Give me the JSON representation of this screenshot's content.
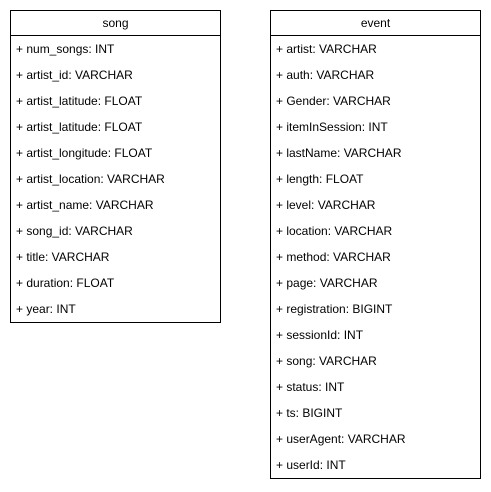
{
  "entities": {
    "song": {
      "title": "song",
      "attributes": [
        "+ num_songs: INT",
        "+ artist_id: VARCHAR",
        "+ artist_latitude: FLOAT",
        "+ artist_latitude: FLOAT",
        "+ artist_longitude: FLOAT",
        "+ artist_location: VARCHAR",
        "+ artist_name: VARCHAR",
        "+ song_id: VARCHAR",
        "+ title: VARCHAR",
        "+ duration: FLOAT",
        "+ year: INT"
      ]
    },
    "event": {
      "title": "event",
      "attributes": [
        "+ artist: VARCHAR",
        "+ auth: VARCHAR",
        "+ Gender: VARCHAR",
        "+ itemInSession: INT",
        "+ lastName: VARCHAR",
        "+ length: FLOAT",
        "+ level: VARCHAR",
        "+ location: VARCHAR",
        "+ method: VARCHAR",
        "+ page: VARCHAR",
        "+ registration: BIGINT",
        "+ sessionId: INT",
        "+ song: VARCHAR",
        "+ status: INT",
        "+ ts: BIGINT",
        "+ userAgent: VARCHAR",
        "+ userId: INT"
      ]
    }
  }
}
